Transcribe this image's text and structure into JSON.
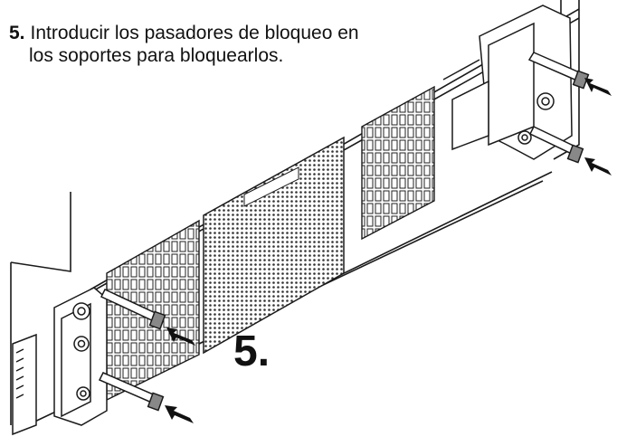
{
  "instruction": {
    "number": "5.",
    "text_line1": "Introducir los pasadores de bloqueo en",
    "text_line2": "los soportes para bloquearlos."
  },
  "figure": {
    "step_label": "5."
  },
  "colors": {
    "line": "#1a1a1a",
    "mesh": "#555555",
    "background": "#ffffff"
  }
}
